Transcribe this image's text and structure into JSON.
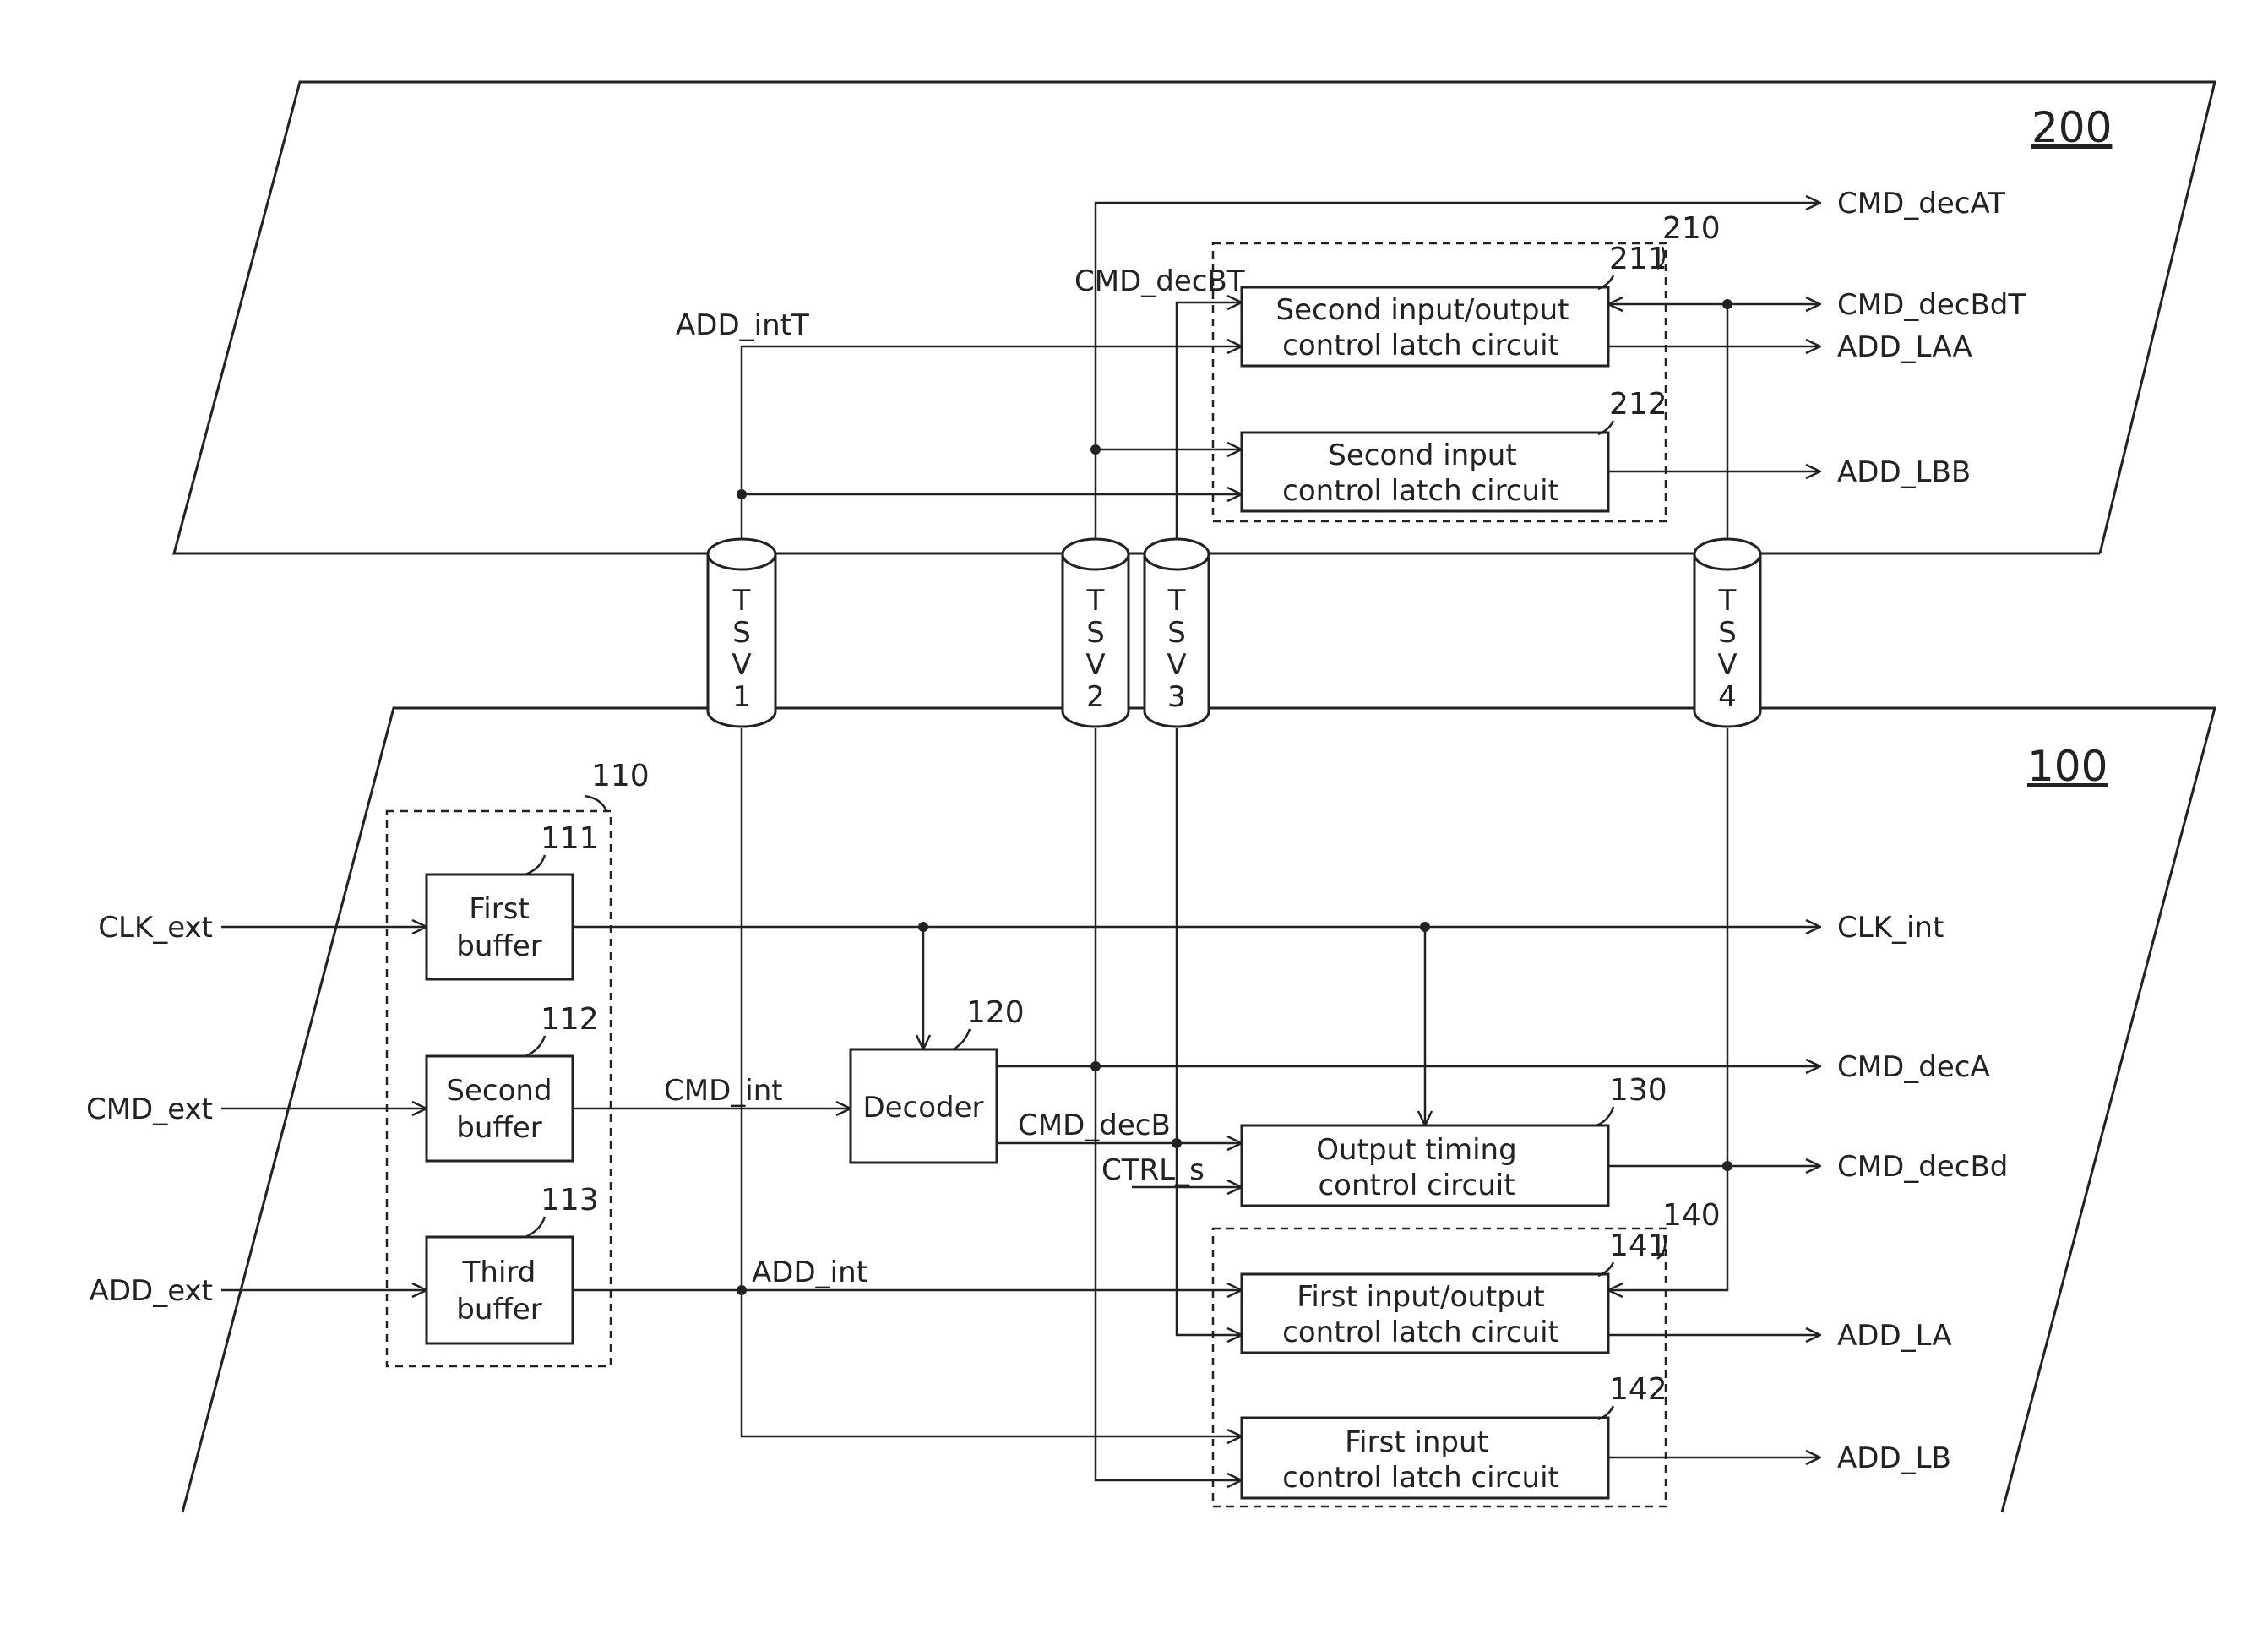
{
  "die_labels": {
    "top": "200",
    "bottom": "100"
  },
  "groups": {
    "g110": "110",
    "g140": "140",
    "g210": "210"
  },
  "blocks": {
    "first_buffer": {
      "ref": "111",
      "lines": [
        "First",
        "buffer"
      ]
    },
    "second_buffer": {
      "ref": "112",
      "lines": [
        "Second",
        "buffer"
      ]
    },
    "third_buffer": {
      "ref": "113",
      "lines": [
        "Third",
        "buffer"
      ]
    },
    "decoder": {
      "ref": "120",
      "lines": [
        "Decoder"
      ]
    },
    "output_timing": {
      "ref": "130",
      "lines": [
        "Output timing",
        "control circuit"
      ]
    },
    "first_io_latch": {
      "ref": "141",
      "lines": [
        "First input/output",
        "control latch circuit"
      ]
    },
    "first_in_latch": {
      "ref": "142",
      "lines": [
        "First input",
        "control latch circuit"
      ]
    },
    "second_io_latch": {
      "ref": "211",
      "lines": [
        "Second input/output",
        "control latch circuit"
      ]
    },
    "second_in_latch": {
      "ref": "212",
      "lines": [
        "Second input",
        "control latch circuit"
      ]
    }
  },
  "tsv": [
    {
      "id": "tsv1",
      "chars": [
        "T",
        "S",
        "V",
        "1"
      ]
    },
    {
      "id": "tsv2",
      "chars": [
        "T",
        "S",
        "V",
        "2"
      ]
    },
    {
      "id": "tsv3",
      "chars": [
        "T",
        "S",
        "V",
        "3"
      ]
    },
    {
      "id": "tsv4",
      "chars": [
        "T",
        "S",
        "V",
        "4"
      ]
    }
  ],
  "signals": {
    "clk_ext": "CLK_ext",
    "cmd_ext": "CMD_ext",
    "add_ext": "ADD_ext",
    "clk_int": "CLK_int",
    "cmd_int": "CMD_int",
    "add_int": "ADD_int",
    "cmd_deca": "CMD_decA",
    "cmd_decb": "CMD_decB",
    "ctrl_s": "CTRL_s",
    "cmd_decbd": "CMD_decBd",
    "add_la": "ADD_LA",
    "add_lb": "ADD_LB",
    "cmd_decat": "CMD_decAT",
    "cmd_decbt": "CMD_decBT",
    "add_intt": "ADD_intT",
    "cmd_decbdt": "CMD_decBdT",
    "add_laa": "ADD_LAA",
    "add_lbb": "ADD_LBB"
  }
}
